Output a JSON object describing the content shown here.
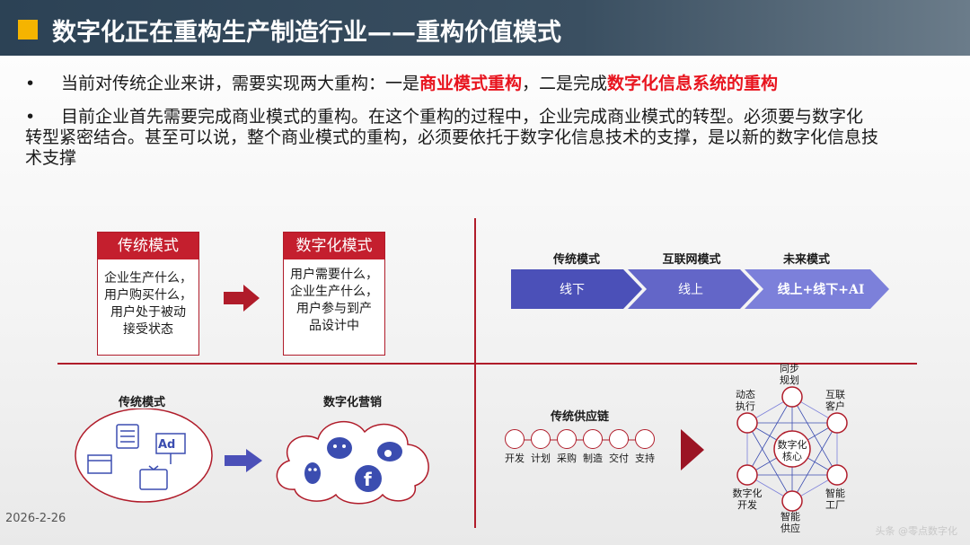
{
  "header": {
    "title": "数字化正在重构生产制造行业——重构价值模式"
  },
  "bullets": {
    "b1": {
      "dot": "•",
      "pre": "当前对传统企业来讲，需要实现两大重构：一是",
      "hl1": "商业模式重构",
      "mid": "，二是完成",
      "hl2": "数字化信息系统的重构"
    },
    "b2": {
      "dot": "•",
      "text": "目前企业首先需要完成商业模式的重构。在这个重构的过程中，企业完成商业模式的转型。必须要与数字化转型紧密结合。甚至可以说，整个商业模式的重构，必须要依托于数字化信息技术的支撑，是以新的数字化信息技术支撑"
    }
  },
  "quad1": {
    "box_left": {
      "title": "传统模式",
      "lines": [
        "企业生产什么，",
        "用户购买什么，",
        "用户处于被动",
        "接受状态"
      ]
    },
    "box_right": {
      "title": "数字化模式",
      "lines": [
        "用户需要什么，",
        "企业生产什么，",
        "用户参与到产",
        "品设计中"
      ]
    }
  },
  "quad2": {
    "stages": [
      {
        "label": "传统模式",
        "text": "线下",
        "color": "#4b50b8"
      },
      {
        "label": "互联网模式",
        "text": "线上",
        "color": "#6366c8"
      },
      {
        "label": "未来模式",
        "text": "线上+线下+AI",
        "color": "#7c80da"
      }
    ]
  },
  "quad3": {
    "left_label": "传统模式",
    "right_label": "数字化营销",
    "ad_text": "Ad"
  },
  "quad4": {
    "chain_label": "传统供应链",
    "chain_items": [
      {
        "label": "开发",
        "icon": "flask-icon"
      },
      {
        "label": "计划",
        "icon": "chart-icon"
      },
      {
        "label": "采购",
        "icon": "box-icon"
      },
      {
        "label": "制造",
        "icon": "gear-icon"
      },
      {
        "label": "交付",
        "icon": "truck-icon"
      },
      {
        "label": "支持",
        "icon": "headset-icon"
      }
    ],
    "core_label": "数字化核心",
    "nodes": [
      {
        "label": "同步规划",
        "icon": "chart-icon"
      },
      {
        "label": "互联客户",
        "icon": "headset-icon"
      },
      {
        "label": "智能工厂",
        "icon": "gear-icon"
      },
      {
        "label": "智能供应",
        "icon": "box-icon"
      },
      {
        "label": "数字化开发",
        "icon": "flask-icon"
      },
      {
        "label": "动态执行",
        "icon": "truck-icon"
      }
    ]
  },
  "footer": {
    "date": "2026-2-26",
    "watermark": "头条 @零点数字化"
  }
}
